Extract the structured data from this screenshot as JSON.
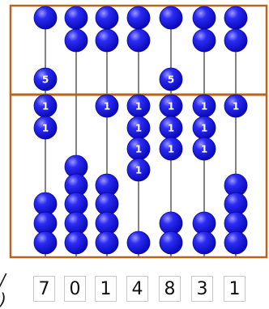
{
  "abacus": {
    "frame_color": "#b5651d",
    "bead_color": "#1212e0",
    "rod_color": "#333333",
    "heaven_bead_label": "5",
    "earth_bead_label": "1",
    "rods": [
      {
        "digit": 7,
        "heaven_active": 1,
        "earth_active": 2
      },
      {
        "digit": 0,
        "heaven_active": 0,
        "earth_active": 0
      },
      {
        "digit": 1,
        "heaven_active": 0,
        "earth_active": 1
      },
      {
        "digit": 4,
        "heaven_active": 0,
        "earth_active": 4
      },
      {
        "digit": 8,
        "heaven_active": 1,
        "earth_active": 3
      },
      {
        "digit": 3,
        "heaven_active": 0,
        "earth_active": 3
      },
      {
        "digit": 1,
        "heaven_active": 0,
        "earth_active": 1
      }
    ]
  },
  "answer_digits": [
    "7",
    "0",
    "1",
    "4",
    "8",
    "3",
    "1"
  ],
  "prompt_fragment": "/ )"
}
